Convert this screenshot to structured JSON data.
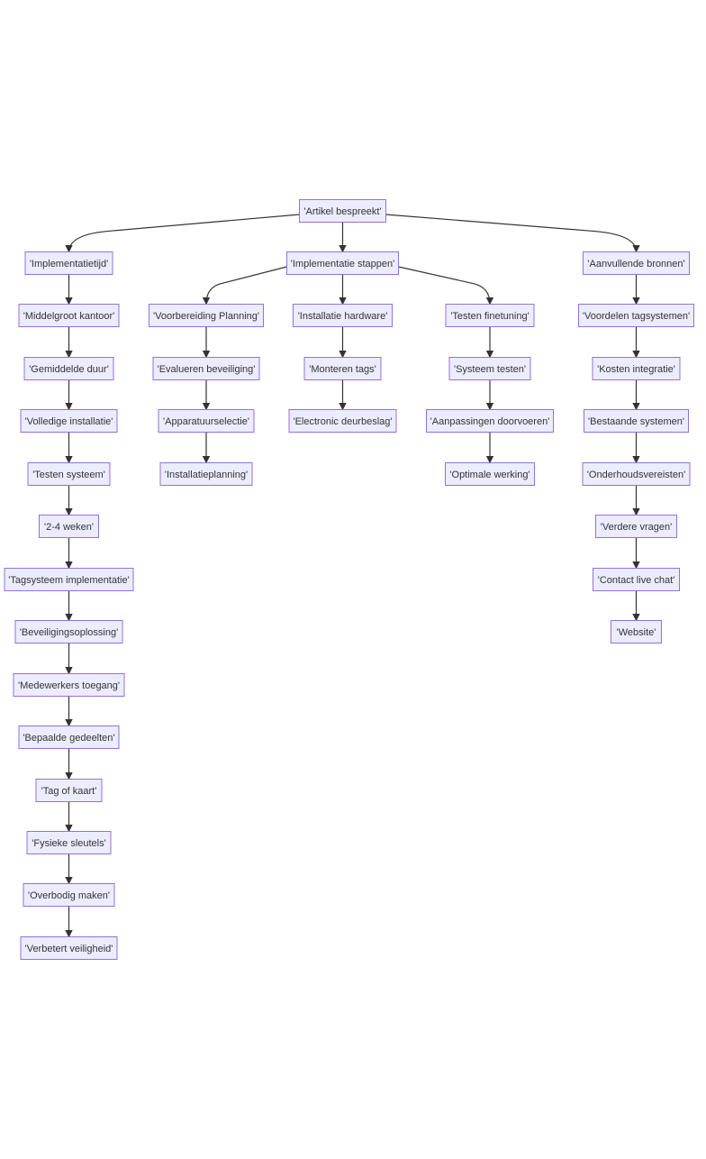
{
  "diagram": {
    "type": "flowchart",
    "direction": "top-down",
    "nodes": [
      {
        "id": "root",
        "label": "'Artikel bespreekt'"
      },
      {
        "id": "impl_tijd",
        "label": "'Implementatietijd'"
      },
      {
        "id": "impl_stappen",
        "label": "'Implementatie stappen'"
      },
      {
        "id": "aanv_bronnen",
        "label": "'Aanvullende bronnen'"
      },
      {
        "id": "middelgroot",
        "label": "'Middelgroot kantoor'"
      },
      {
        "id": "gem_duur",
        "label": "'Gemiddelde duur'"
      },
      {
        "id": "volledige",
        "label": "'Volledige installatie'"
      },
      {
        "id": "testen_sys",
        "label": "'Testen systeem'"
      },
      {
        "id": "weken",
        "label": "'2-4 weken'"
      },
      {
        "id": "tagsysteem",
        "label": "'Tagsysteem implementatie'"
      },
      {
        "id": "beveiligingsopl",
        "label": "'Beveiligingsoplossing'"
      },
      {
        "id": "medewerkers",
        "label": "'Medewerkers toegang'"
      },
      {
        "id": "bepaalde",
        "label": "'Bepaalde gedeelten'"
      },
      {
        "id": "tag_kaart",
        "label": "'Tag of kaart'"
      },
      {
        "id": "fysieke",
        "label": "'Fysieke sleutels'"
      },
      {
        "id": "overbodig",
        "label": "'Overbodig maken'"
      },
      {
        "id": "verbetert",
        "label": "'Verbetert veiligheid'"
      },
      {
        "id": "voorbereiding",
        "label": "'Voorbereiding Planning'"
      },
      {
        "id": "evalueren",
        "label": "'Evalueren beveiliging'"
      },
      {
        "id": "apparatuur",
        "label": "'Apparatuurselectie'"
      },
      {
        "id": "installatieplan",
        "label": "'Installatieplanning'"
      },
      {
        "id": "install_hw",
        "label": "'Installatie hardware'"
      },
      {
        "id": "monteren",
        "label": "'Monteren tags'"
      },
      {
        "id": "electronic",
        "label": "'Electronic deurbeslag'"
      },
      {
        "id": "testen_fine",
        "label": "'Testen finetuning'"
      },
      {
        "id": "sys_testen",
        "label": "'Systeem testen'"
      },
      {
        "id": "aanpassingen",
        "label": "'Aanpassingen doorvoeren'"
      },
      {
        "id": "optimale",
        "label": "'Optimale werking'"
      },
      {
        "id": "voordelen",
        "label": "'Voordelen tagsystemen'"
      },
      {
        "id": "kosten",
        "label": "'Kosten integratie'"
      },
      {
        "id": "bestaande",
        "label": "'Bestaande systemen'"
      },
      {
        "id": "onderhoud",
        "label": "'Onderhoudsvereisten'"
      },
      {
        "id": "verdere",
        "label": "'Verdere vragen'"
      },
      {
        "id": "contact",
        "label": "'Contact live chat'"
      },
      {
        "id": "website",
        "label": "'Website'"
      }
    ],
    "edges": [
      [
        "root",
        "impl_tijd"
      ],
      [
        "root",
        "impl_stappen"
      ],
      [
        "root",
        "aanv_bronnen"
      ],
      [
        "impl_tijd",
        "middelgroot"
      ],
      [
        "middelgroot",
        "gem_duur"
      ],
      [
        "gem_duur",
        "volledige"
      ],
      [
        "volledige",
        "testen_sys"
      ],
      [
        "testen_sys",
        "weken"
      ],
      [
        "weken",
        "tagsysteem"
      ],
      [
        "tagsysteem",
        "beveiligingsopl"
      ],
      [
        "beveiligingsopl",
        "medewerkers"
      ],
      [
        "medewerkers",
        "bepaalde"
      ],
      [
        "bepaalde",
        "tag_kaart"
      ],
      [
        "tag_kaart",
        "fysieke"
      ],
      [
        "fysieke",
        "overbodig"
      ],
      [
        "overbodig",
        "verbetert"
      ],
      [
        "impl_stappen",
        "voorbereiding"
      ],
      [
        "impl_stappen",
        "install_hw"
      ],
      [
        "impl_stappen",
        "testen_fine"
      ],
      [
        "voorbereiding",
        "evalueren"
      ],
      [
        "evalueren",
        "apparatuur"
      ],
      [
        "apparatuur",
        "installatieplan"
      ],
      [
        "install_hw",
        "monteren"
      ],
      [
        "monteren",
        "electronic"
      ],
      [
        "testen_fine",
        "sys_testen"
      ],
      [
        "sys_testen",
        "aanpassingen"
      ],
      [
        "aanpassingen",
        "optimale"
      ],
      [
        "aanv_bronnen",
        "voordelen"
      ],
      [
        "voordelen",
        "kosten"
      ],
      [
        "kosten",
        "bestaande"
      ],
      [
        "bestaande",
        "onderhoud"
      ],
      [
        "onderhoud",
        "verdere"
      ],
      [
        "verdere",
        "contact"
      ],
      [
        "contact",
        "website"
      ]
    ]
  }
}
